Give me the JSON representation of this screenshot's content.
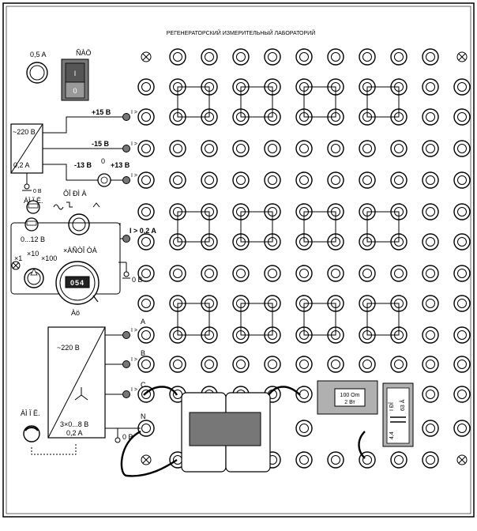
{
  "title": "РЕГЕНЕРАТОРСКИЙ ИЗМЕРИТЕЛЬНЫЙ ЛАБОРАТОРИЙ",
  "fuse_label": "0,5 A",
  "power_switch_label": "ÑÀÖ",
  "dc_source": {
    "input": "~220 B",
    "current": "0,2 A",
    "outputs": [
      "+15 B",
      "-15 B"
    ],
    "adjustable": {
      "left": "-13 B",
      "center": "0",
      "right": "+13 B"
    },
    "ground": "0 B",
    "output_marker": "I >"
  },
  "func_gen": {
    "signal_label": "ÀÌ Ï Ë.",
    "waveform_label": "ÔÎ ÐÌ À",
    "amplitude_range": "0...12 B",
    "multipliers": [
      "×1",
      "×10",
      "×100"
    ],
    "frequency_label": "×ÀÑÒÎ ÒÀ",
    "display": "054",
    "display_unit": "Àö",
    "current_out": "I > 0,2 A",
    "ground": "0 B"
  },
  "three_phase": {
    "input": "~220 B",
    "output": "3×0...8 B",
    "current": "0,2 A",
    "phases": [
      "A",
      "B",
      "C",
      "N"
    ],
    "ground": "0 B",
    "amp_label": "ÀÌ Ï Ë."
  },
  "components": {
    "resistor": {
      "value": "100 Om",
      "power": "2 Вт"
    },
    "capacitor": {
      "value": "4,4",
      "type": "I ÐÎ",
      "voltage": "63 Â"
    }
  },
  "colors": {
    "panel": "#ffffff",
    "terminal_fill": "#ffffff",
    "terminal_ring": "#000000",
    "led": "#777777",
    "component_fill": "#b0b0b0",
    "display_bg": "#222222",
    "display_fg": "#ffffff"
  }
}
